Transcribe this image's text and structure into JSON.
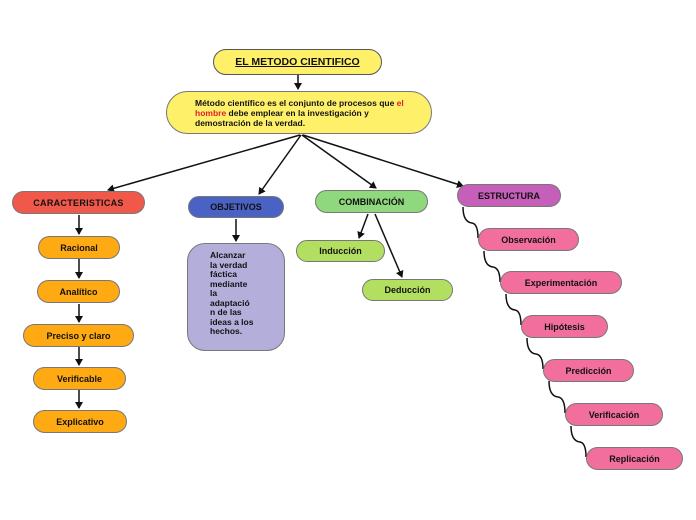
{
  "title": "EL METODO CIENTIFICO",
  "definition": {
    "before": "Método científico es el conjunto de procesos que ",
    "highlight_el": "el",
    "highlight_hombre": "hombre",
    "after": " debe emplear en la investigación y demostración de la verdad.",
    "highlight_color": "#e0202a"
  },
  "branches": {
    "caracteristicas": {
      "label": "CARACTERISTICAS",
      "items": [
        "Racional",
        "Analítico",
        "Preciso y claro",
        "Verificable",
        "Explicativo"
      ]
    },
    "objetivos": {
      "label": "OBJETIVOS",
      "text": "Alcanzar\nla verdad\nfáctica\nmediante\nla\nadaptació\nn de las\nideas a los\nhechos."
    },
    "combinacion": {
      "label": "COMBINACIÓN",
      "items": [
        "Inducción",
        "Deducción"
      ]
    },
    "estructura": {
      "label": "ESTRUCTURA",
      "items": [
        "Observación",
        "Experimentación",
        "Hipótesis",
        "Predicción",
        "Verificación",
        "Replicación"
      ]
    }
  },
  "colors": {
    "title": "#fff06a",
    "caracteristicas": "#f0584a",
    "caracteristicas_items": "#ffa913",
    "objetivos": "#4a62c4",
    "objetivos_text": "#b4aedb",
    "combinacion": "#8fd87d",
    "combinacion_items": "#b3df61",
    "estructura": "#c65fb9",
    "estructura_items": "#f26f9d"
  }
}
